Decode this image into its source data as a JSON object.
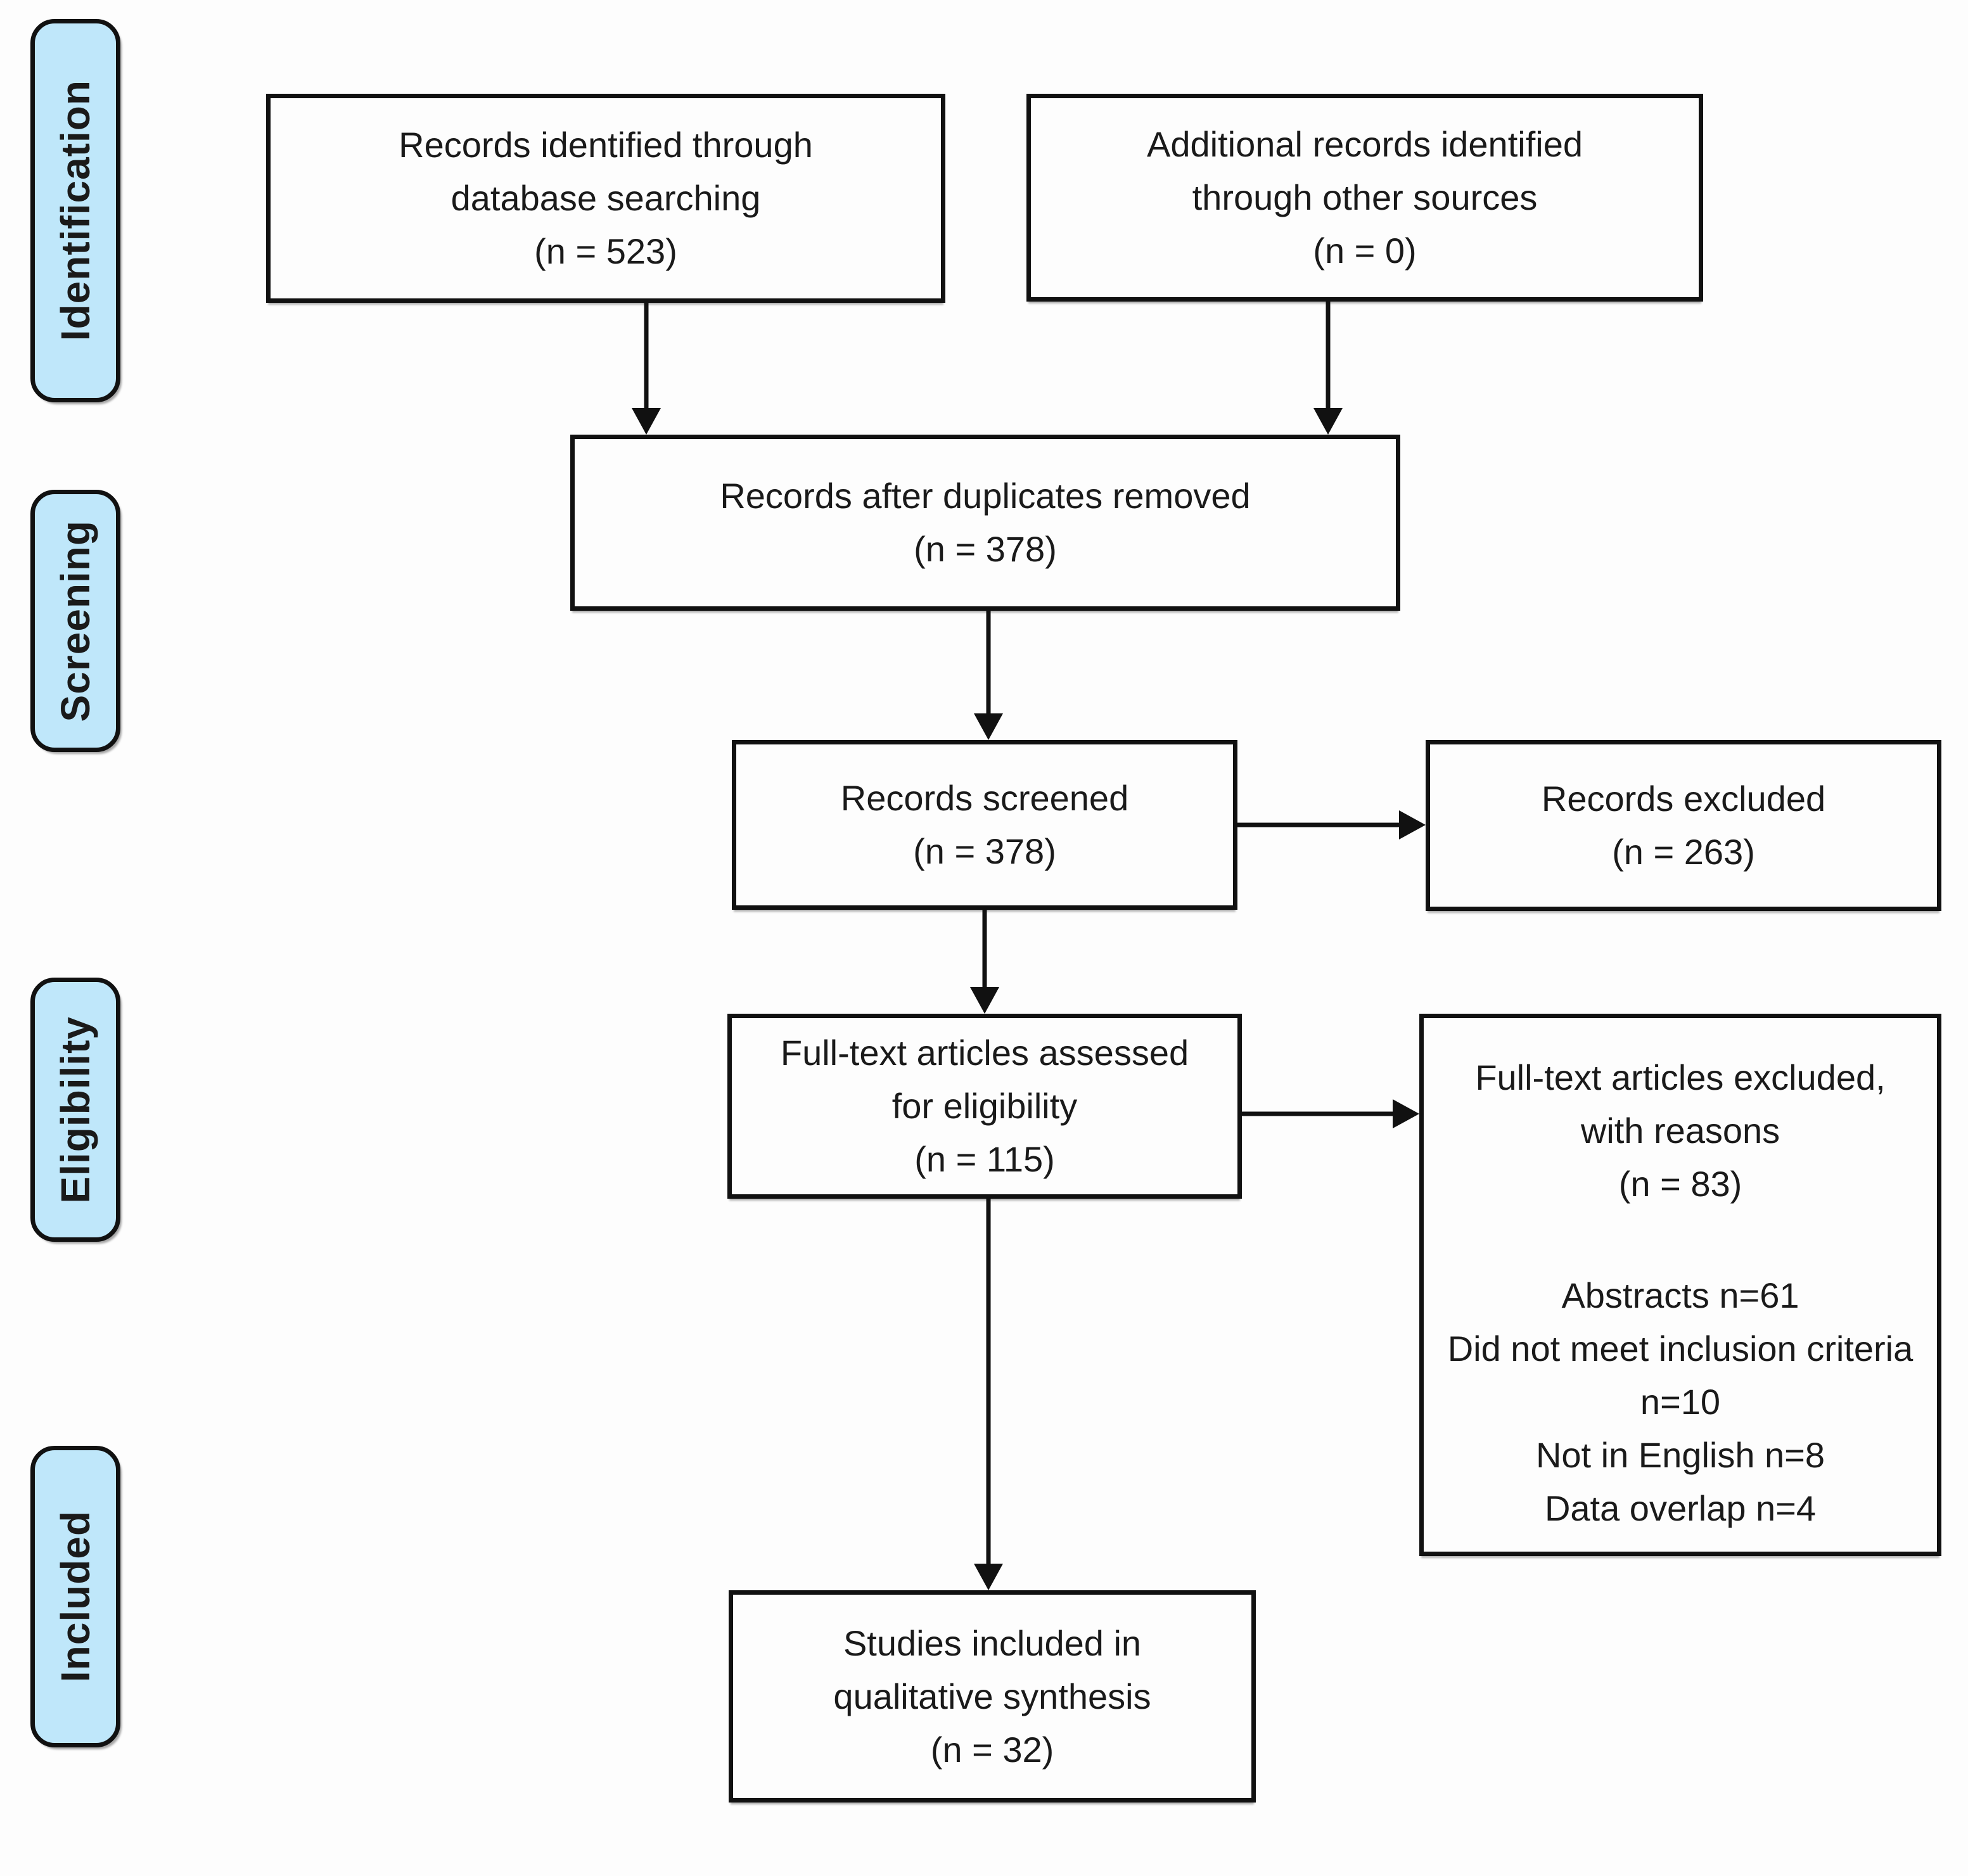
{
  "colors": {
    "stage_fill": "#bfe7fa",
    "box_fill": "#fdfdfd",
    "line_color": "#111111",
    "text_color": "#1a1a1a",
    "page_bg": "#fdfdfd"
  },
  "stages": [
    {
      "id": "identification",
      "label": "Identification"
    },
    {
      "id": "screening",
      "label": "Screening"
    },
    {
      "id": "eligibility",
      "label": "Eligibility"
    },
    {
      "id": "included",
      "label": "Included"
    }
  ],
  "boxes": {
    "records_identified": {
      "lines": [
        "Records identified through",
        "database searching",
        "(n = 523)"
      ]
    },
    "additional_records": {
      "lines": [
        "Additional records identified",
        "through other sources",
        "(n = 0)"
      ]
    },
    "after_duplicates": {
      "lines": [
        "Records after duplicates removed",
        "(n = 378)"
      ]
    },
    "records_screened": {
      "lines": [
        "Records screened",
        "(n = 378)"
      ]
    },
    "records_excluded": {
      "lines": [
        "Records excluded",
        "(n = 263)"
      ]
    },
    "fulltext_assessed": {
      "lines": [
        "Full-text articles assessed",
        "for eligibility",
        "(n = 115)"
      ]
    },
    "fulltext_excluded": {
      "lines": [
        "Full-text articles excluded,",
        "with reasons",
        "(n = 83)"
      ],
      "reasons": [
        "Abstracts n=61",
        "Did not meet inclusion criteria n=10",
        "Not in English n=8",
        "Data overlap n=4"
      ]
    },
    "studies_included": {
      "lines": [
        "Studies included in",
        "qualitative synthesis",
        "(n = 32)"
      ]
    }
  }
}
